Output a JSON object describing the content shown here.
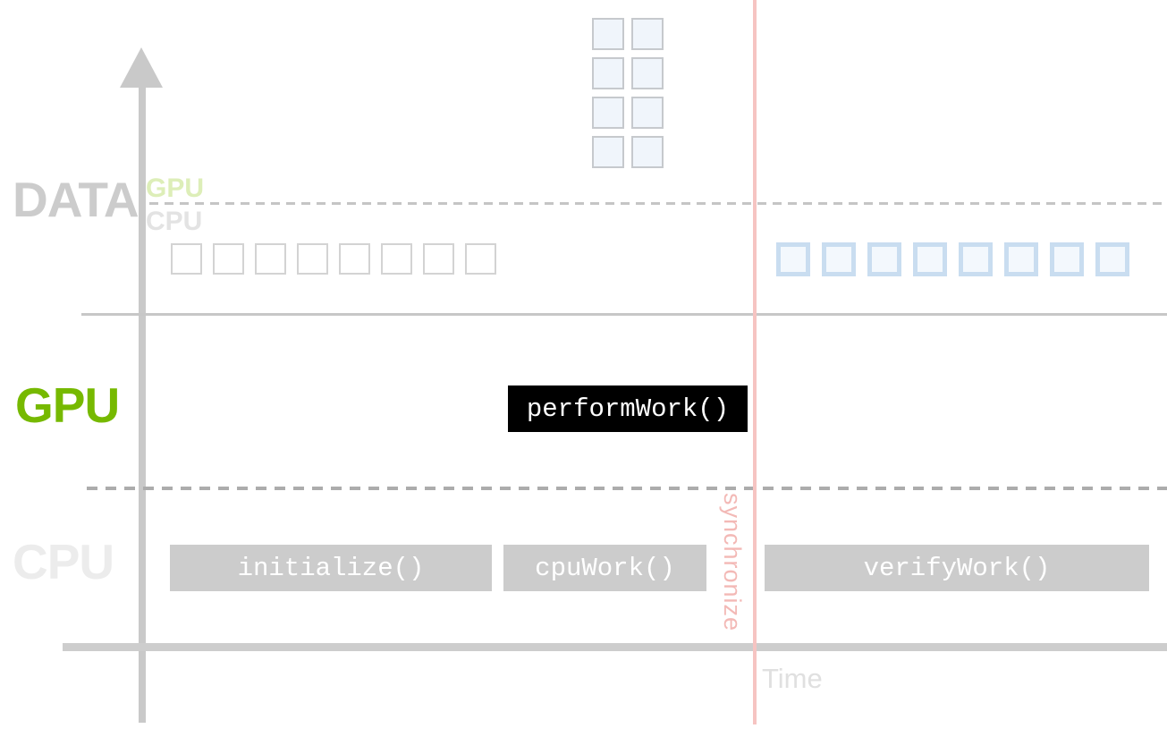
{
  "diagram": {
    "lanes": {
      "data": {
        "label": "DATA",
        "gpu_sub_label": "GPU",
        "cpu_sub_label": "CPU",
        "cpu_square_count": 8,
        "gpu_square_count": 8,
        "gpu_grid_square_count": 8,
        "gpu_grid_columns": 2,
        "gpu_grid_rows": 4
      },
      "gpu": {
        "label": "GPU",
        "tasks": [
          {
            "label": "performWork()",
            "style": "black"
          }
        ]
      },
      "cpu": {
        "label": "CPU",
        "tasks": [
          {
            "label": "initialize()",
            "style": "gray"
          },
          {
            "label": "cpuWork()",
            "style": "gray"
          },
          {
            "label": "verifyWork()",
            "style": "gray"
          }
        ]
      }
    },
    "sync_marker": {
      "label": "synchronize"
    },
    "axis": {
      "x_label": "Time"
    },
    "colors": {
      "gpu_green": "#76b900",
      "gpu_sub_green": "#ddeeb8",
      "muted_gray": "#cccccc",
      "axis_gray": "#c9c9c9",
      "task_gray": "#cccccc",
      "task_black": "#000000",
      "sync_pink": "#f6c4c2",
      "gpu_square_border": "#c9ddf0",
      "gpu_square_fill": "#f3f8fd",
      "cpu_square_border": "#d3d3d3",
      "grid_square_border": "#c6c9cd",
      "grid_square_fill": "#f0f5fb"
    }
  }
}
